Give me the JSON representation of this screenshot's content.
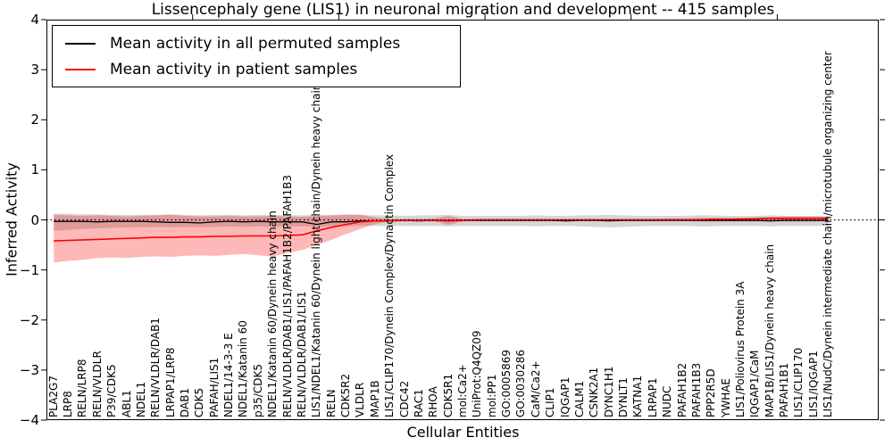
{
  "title": "Lissencephaly gene (LIS1) in neuronal migration and development -- 415 samples",
  "axes": {
    "x_label": "Cellular Entities",
    "y_label": "Inferred Activity",
    "y_tick_labels": [
      "4",
      "3",
      "2",
      "1",
      "0",
      "−1",
      "−2",
      "−3",
      "−4"
    ],
    "y_tick_values": [
      4,
      3,
      2,
      1,
      0,
      -1,
      -2,
      -3,
      -4
    ]
  },
  "colors": {
    "permuted_line": "#000000",
    "patient_line": "#ff0000",
    "permuted_band": "rgba(0,0,0,0.16)",
    "patient_band": "rgba(255,0,0,0.28)"
  },
  "chart_data": {
    "type": "line",
    "title": "Lissencephaly gene (LIS1) in neuronal migration and development -- 415 samples",
    "xlabel": "Cellular Entities",
    "ylabel": "Inferred Activity",
    "ylim": [
      -4,
      4
    ],
    "grid": false,
    "legend_position": "upper left",
    "x_tick_positions": [
      10,
      20,
      30,
      40,
      50
    ],
    "zero_line": {
      "value": 0,
      "style": "dotted",
      "color": "#000000"
    },
    "categories": [
      "PLA2G7",
      "LRP8",
      "RELN/LRP8",
      "RELN/VLDLR",
      "P39/CDK5",
      "ABL1",
      "NDEL1",
      "RELN/VLDLR/DAB1",
      "LRPAP1/LRP8",
      "DAB1",
      "CDK5",
      "PAFAH/LIS1",
      "NDEL1/14-3-3 E",
      "NDEL1/Katanin 60",
      "p35/CDK5",
      "NDEL1/Katanin 60/Dynein heavy chain",
      "RELN/VLDLR/DAB1/LIS1/PAFAH1B2/PAFAH1B3",
      "RELN/VLDLR/DAB1/LIS1",
      "LIS1/NDEL1/Katanin 60/Dynein light chain/Dynein heavy chain",
      "RELN",
      "CDK5R2",
      "VLDLR",
      "MAP1B",
      "LIS1/CLIP170/Dynein Complex/Dynactin Complex",
      "CDC42",
      "RAC1",
      "RHOA",
      "CDK5R1",
      "mol:Ca2+",
      "UniProt:Q4QZ09",
      "mol:PP1",
      "GO:0005869",
      "GO:0030286",
      "CaM/Ca2+",
      "CLIP1",
      "IQGAP1",
      "CALM1",
      "CSNK2A1",
      "DYNC1H1",
      "DYNLT1",
      "KATNA1",
      "LRPAP1",
      "NUDC",
      "PAFAH1B2",
      "PAFAH1B3",
      "PPP2R5D",
      "YWHAE",
      "LIS1/Poliovirus Protein 3A",
      "IQGAP1/CaM",
      "MAP1B/LIS1/Dynein heavy chain",
      "PAFAH1B1",
      "LIS1/CLIP170",
      "LIS1/IQGAP1",
      "LIS1/NudC/Dynein intermediate chain/microtubule organizing center"
    ],
    "series": [
      {
        "name": "Mean activity in all permuted samples",
        "color": "#000000",
        "style": "solid",
        "values": [
          -0.03,
          -0.03,
          -0.03,
          -0.04,
          -0.03,
          -0.03,
          -0.03,
          -0.04,
          -0.05,
          -0.05,
          -0.06,
          -0.04,
          -0.03,
          -0.04,
          -0.03,
          -0.04,
          -0.04,
          -0.04,
          -0.09,
          -0.04,
          -0.04,
          -0.02,
          -0.02,
          -0.02,
          -0.01,
          -0.02,
          -0.01,
          -0.02,
          -0.01,
          -0.01,
          -0.01,
          -0.01,
          -0.01,
          -0.01,
          -0.01,
          -0.02,
          -0.01,
          -0.01,
          -0.02,
          -0.01,
          -0.01,
          -0.01,
          -0.01,
          -0.01,
          -0.01,
          -0.01,
          -0.01,
          -0.01,
          -0.01,
          -0.02,
          -0.01,
          -0.01,
          -0.01,
          -0.01
        ]
      },
      {
        "name": "Mean activity in patient samples",
        "color": "#ff0000",
        "style": "solid",
        "values": [
          -0.42,
          -0.41,
          -0.4,
          -0.39,
          -0.38,
          -0.37,
          -0.36,
          -0.35,
          -0.35,
          -0.34,
          -0.34,
          -0.33,
          -0.33,
          -0.32,
          -0.32,
          -0.32,
          -0.31,
          -0.3,
          -0.22,
          -0.15,
          -0.09,
          -0.04,
          -0.02,
          -0.02,
          -0.01,
          -0.01,
          -0.01,
          -0.01,
          -0.01,
          0.0,
          0.0,
          0.0,
          0.0,
          0.0,
          0.0,
          0.0,
          0.0,
          0.0,
          0.0,
          0.0,
          0.0,
          0.0,
          0.0,
          0.0,
          0.0,
          0.01,
          0.01,
          0.02,
          0.02,
          0.03,
          0.03,
          0.03,
          0.03,
          0.03
        ]
      }
    ],
    "bands": [
      {
        "name": "permuted-samples-range",
        "color": "rgba(0,0,0,0.16)",
        "hi": [
          0.13,
          0.12,
          0.11,
          0.11,
          0.1,
          0.1,
          0.1,
          0.1,
          0.11,
          0.1,
          0.09,
          0.1,
          0.1,
          0.09,
          0.1,
          0.1,
          0.09,
          0.09,
          0.1,
          0.09,
          0.1,
          0.1,
          0.09,
          0.09,
          0.08,
          0.09,
          0.09,
          0.1,
          0.08,
          0.08,
          0.08,
          0.08,
          0.08,
          0.09,
          0.08,
          0.08,
          0.09,
          0.09,
          0.1,
          0.09,
          0.08,
          0.08,
          0.08,
          0.08,
          0.09,
          0.09,
          0.08,
          0.08,
          0.08,
          0.09,
          0.08,
          0.08,
          0.08,
          0.08
        ],
        "lo": [
          -0.22,
          -0.2,
          -0.18,
          -0.17,
          -0.16,
          -0.15,
          -0.15,
          -0.14,
          -0.15,
          -0.14,
          -0.14,
          -0.14,
          -0.13,
          -0.14,
          -0.13,
          -0.14,
          -0.13,
          -0.13,
          -0.14,
          -0.13,
          -0.13,
          -0.12,
          -0.12,
          -0.12,
          -0.12,
          -0.12,
          -0.12,
          -0.13,
          -0.12,
          -0.12,
          -0.12,
          -0.12,
          -0.12,
          -0.13,
          -0.12,
          -0.12,
          -0.13,
          -0.14,
          -0.15,
          -0.14,
          -0.13,
          -0.12,
          -0.12,
          -0.12,
          -0.13,
          -0.13,
          -0.12,
          -0.12,
          -0.12,
          -0.13,
          -0.12,
          -0.12,
          -0.12,
          -0.12
        ]
      },
      {
        "name": "patient-samples-range",
        "color": "rgba(255,0,0,0.28)",
        "hi": [
          0.1,
          0.09,
          0.08,
          0.09,
          0.08,
          0.07,
          0.08,
          0.09,
          0.1,
          0.08,
          0.07,
          0.07,
          0.08,
          0.07,
          0.07,
          0.08,
          0.07,
          0.06,
          0.08,
          0.09,
          0.11,
          0.1,
          0.05,
          0.02,
          0.02,
          0.02,
          0.03,
          0.08,
          0.02,
          0.02,
          0.02,
          0.02,
          0.02,
          0.02,
          0.02,
          0.02,
          0.02,
          0.02,
          0.02,
          0.02,
          0.02,
          0.02,
          0.03,
          0.03,
          0.04,
          0.04,
          0.04,
          0.03,
          0.05,
          0.06,
          0.07,
          0.07,
          0.07,
          0.06
        ],
        "lo": [
          -0.85,
          -0.82,
          -0.8,
          -0.76,
          -0.75,
          -0.76,
          -0.74,
          -0.73,
          -0.74,
          -0.72,
          -0.71,
          -0.72,
          -0.7,
          -0.68,
          -0.71,
          -0.73,
          -0.66,
          -0.6,
          -0.5,
          -0.4,
          -0.28,
          -0.18,
          -0.08,
          -0.03,
          -0.03,
          -0.03,
          -0.03,
          -0.1,
          -0.03,
          -0.02,
          -0.02,
          -0.02,
          -0.02,
          -0.02,
          -0.02,
          -0.02,
          -0.02,
          -0.02,
          -0.02,
          -0.02,
          -0.02,
          -0.02,
          -0.02,
          -0.02,
          -0.03,
          -0.03,
          -0.03,
          -0.03,
          -0.03,
          -0.03,
          -0.03,
          -0.03,
          -0.03,
          -0.03
        ]
      }
    ]
  }
}
